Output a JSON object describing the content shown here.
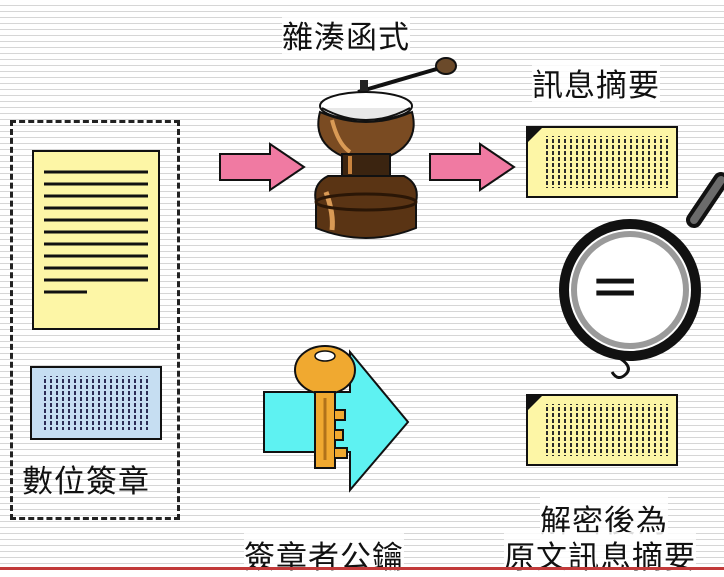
{
  "labels": {
    "hash_function": "雜湊函式",
    "message_digest": "訊息摘要",
    "digital_signature": "數位簽章",
    "signer_public_key": "簽章者公鑰",
    "decrypted_line1": "解密後為",
    "decrypted_line2": "原文訊息摘要",
    "equals_sign": "="
  },
  "colors": {
    "arrow_pink": "#f07aa2",
    "arrow_cyan": "#5ef2f2",
    "paper_yellow": "#fdf6a6",
    "signature_blue": "#c6def2",
    "key_gold": "#f0a930",
    "accent_red": "#c23a3a"
  },
  "icons": [
    "document-icon",
    "signature-icon",
    "hash-grinder-icon",
    "key-icon",
    "magnifier-icon",
    "arrow-icon"
  ]
}
